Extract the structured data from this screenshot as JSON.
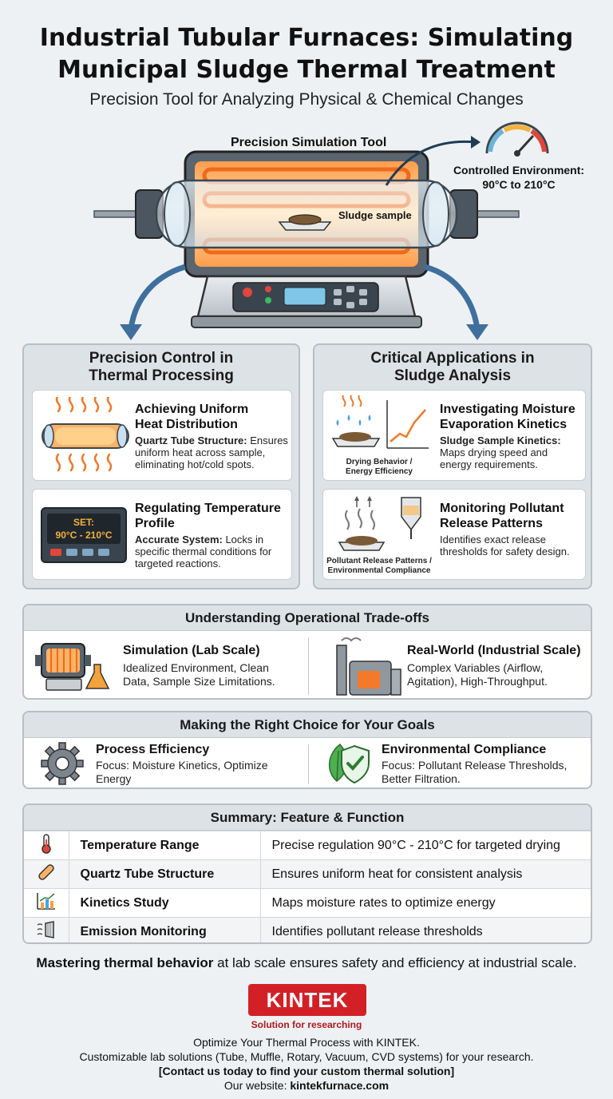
{
  "title_line1": "Industrial Tubular Furnaces: Simulating",
  "title_line2": "Municipal Sludge Thermal Treatment",
  "subtitle": "Precision Tool for Analyzing Physical & Chemical Changes",
  "hero": {
    "tool_label": "Precision Simulation Tool",
    "env_label_line1": "Controlled Environment:",
    "env_label_line2": "90°C to 210°C",
    "sample_label": "Sludge sample"
  },
  "precision": {
    "title_line1": "Precision Control in",
    "title_line2": "Thermal Processing",
    "cards": [
      {
        "heading_line1": "Achieving Uniform",
        "heading_line2": "Heat Distribution",
        "bold": "Quartz Tube Structure:",
        "text": "Ensures uniform heat across sample, eliminating hot/cold spots."
      },
      {
        "heading_line1": "Regulating Temperature",
        "heading_line2": "Profile",
        "bold": "Accurate System:",
        "text": "Locks in specific thermal conditions for targeted reactions.",
        "display_line1": "SET:",
        "display_line2": "90°C - 210°C"
      }
    ]
  },
  "applications": {
    "title_line1": "Critical Applications in",
    "title_line2": "Sludge Analysis",
    "cards": [
      {
        "heading_line1": "Investigating Moisture",
        "heading_line2": "Evaporation Kinetics",
        "bold": "Sludge Sample Kinetics:",
        "text": "Maps drying speed and energy requirements.",
        "caption_line1": "Drying Behavior /",
        "caption_line2": "Energy Efficiency"
      },
      {
        "heading_line1": "Monitoring Pollutant",
        "heading_line2": "Release Patterns",
        "text": "Identifies exact release thresholds for safety design.",
        "caption_line1": "Pollutant Release Patterns /",
        "caption_line2": "Environmental Compliance"
      }
    ]
  },
  "tradeoffs": {
    "title": "Understanding Operational Trade-offs",
    "left": {
      "heading": "Simulation (Lab Scale)",
      "line1": "Idealized Environment, Clean",
      "line2": "Data, Sample Size Limitations."
    },
    "right": {
      "heading": "Real-World (Industrial Scale)",
      "line1": "Complex Variables (Airflow,",
      "line2": "Agitation), High-Throughput."
    }
  },
  "choice": {
    "title": "Making the Right Choice for Your Goals",
    "left": {
      "heading": "Process Efficiency",
      "line1": "Focus: Moisture Kinetics, Optimize",
      "line2": "Energy"
    },
    "right": {
      "heading": "Environmental Compliance",
      "line1": "Focus: Pollutant Release Thresholds,",
      "line2": "Better Filtration."
    }
  },
  "summary": {
    "title": "Summary: Feature & Function",
    "rows": [
      {
        "icon": "thermometer-icon",
        "feature": "Temperature Range",
        "function": "Precise regulation 90°C - 210°C for targeted drying"
      },
      {
        "icon": "quartz-tube-icon",
        "feature": "Quartz Tube Structure",
        "function": "Ensures uniform heat for consistent analysis"
      },
      {
        "icon": "bar-chart-icon",
        "feature": "Kinetics Study",
        "function": "Maps moisture rates to optimize energy"
      },
      {
        "icon": "filter-icon",
        "feature": "Emission Monitoring",
        "function": "Identifies pollutant release thresholds"
      }
    ]
  },
  "mastering_bold": "Mastering thermal behavior",
  "mastering_rest": " at lab scale ensures safety and efficiency at industrial scale.",
  "brand": {
    "logo": "KINTEK",
    "tagline": "Solution for researching",
    "color": "#d32027"
  },
  "footer": {
    "line1": "Optimize Your Thermal Process with KINTEK.",
    "line2": "Customizable lab solutions (Tube, Muffle, Rotary, Vacuum, CVD systems) for your research.",
    "line3": "[Contact us today to find your custom thermal solution]",
    "line4_prefix": "Our website: ",
    "line4_site": "kintekfurnace.com"
  },
  "colors": {
    "heat": "#f07a2a",
    "glow": "#ffd08a",
    "arrow": "#3f6f9e",
    "panel": "#dde2e6"
  }
}
